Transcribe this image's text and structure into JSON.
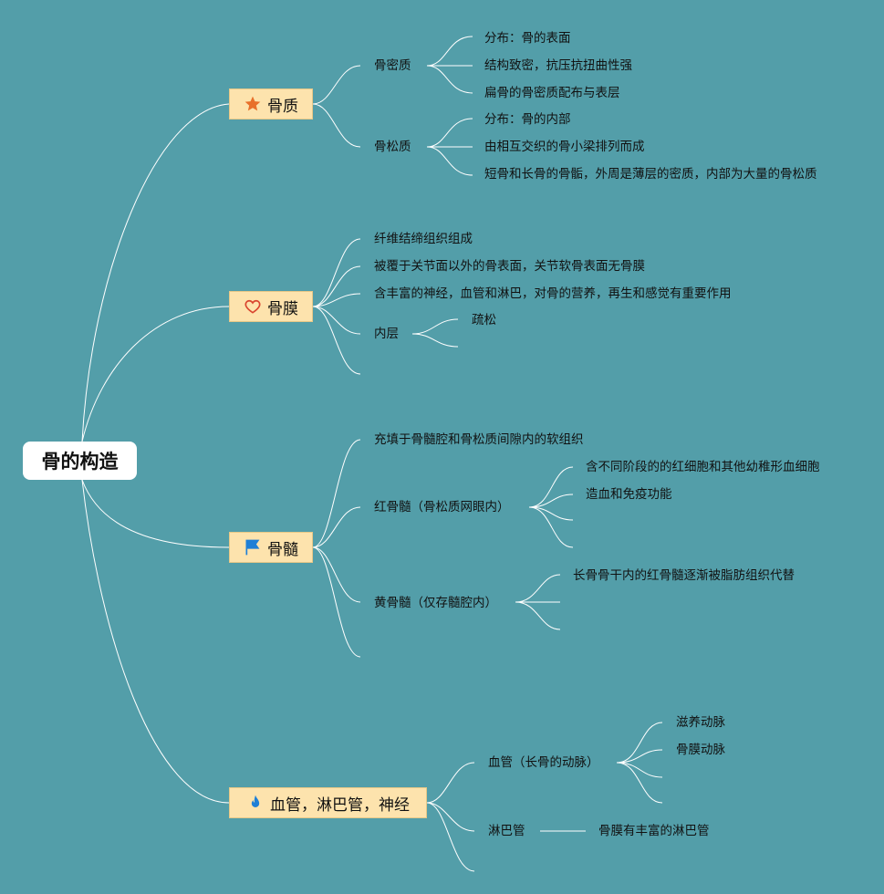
{
  "root": "骨的构造",
  "branches": [
    {
      "label": "骨质",
      "icon": "star-icon"
    },
    {
      "label": "骨膜",
      "icon": "heart-icon"
    },
    {
      "label": "骨髓",
      "icon": "flag-icon"
    },
    {
      "label": "血管，淋巴管，神经",
      "icon": "fire-icon"
    }
  ],
  "gz": {
    "mi": {
      "label": "骨密质",
      "items": [
        "分布：骨的表面",
        "结构致密，抗压抗扭曲性强",
        "扁骨的骨密质配布与表层"
      ]
    },
    "song": {
      "label": "骨松质",
      "items": [
        "分布：骨的内部",
        "由相互交织的骨小梁排列而成",
        "短骨和长骨的骨骺，外周是薄层的密质，内部为大量的骨松质"
      ]
    }
  },
  "gm": {
    "items": [
      "纤维结缔组织组成",
      "被覆于关节面以外的骨表面，关节软骨表面无骨膜",
      "含丰富的神经，血管和淋巴，对骨的营养，再生和感觉有重要作用"
    ],
    "inner": {
      "label": "内层",
      "items": [
        "疏松"
      ]
    }
  },
  "gs": {
    "fill": "充填于骨髓腔和骨松质间隙内的软组织",
    "red": {
      "label": "红骨髓（骨松质网眼内）",
      "items": [
        "含不同阶段的的红细胞和其他幼稚形血细胞",
        "造血和免疫功能"
      ]
    },
    "yellow": {
      "label": "黄骨髓（仅存髓腔内）",
      "items": [
        "长骨骨干内的红骨髓逐渐被脂肪组织代替"
      ]
    }
  },
  "xg": {
    "vessel": {
      "label": "血管（长骨的动脉）",
      "items": [
        "滋养动脉",
        "骨膜动脉"
      ]
    },
    "lymph": {
      "label": "淋巴管",
      "items": [
        "骨膜有丰富的淋巴管"
      ]
    }
  },
  "colors": {
    "background": "#539ea9",
    "node": "#fde3ad",
    "star": "#e8702a",
    "heart": "#d9452f",
    "flag": "#1f7fd6",
    "fire": "#1f7fd6"
  }
}
